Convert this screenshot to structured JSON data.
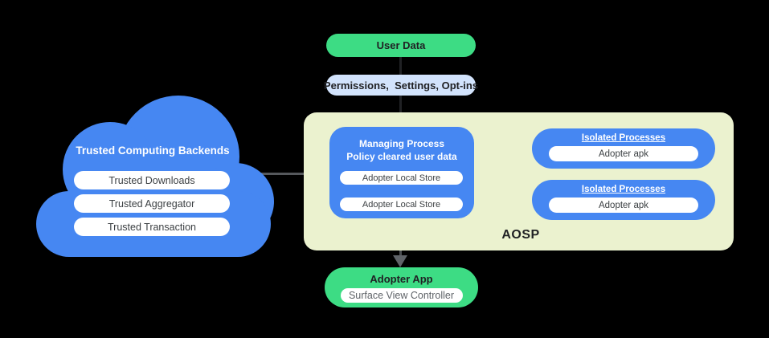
{
  "colors": {
    "background": "#000000",
    "node_green": "#3ddc84",
    "node_blue": "#4687f2",
    "permissions_blue": "#d2e3fc",
    "aosp_background": "#ebf2cf",
    "line_gray": "#55585c",
    "white": "#ffffff",
    "dark_text": "#202124"
  },
  "user_data": {
    "label": "User Data"
  },
  "permissions": {
    "label": "Permissions,  Settings, Opt-ins"
  },
  "cloud": {
    "title": "Trusted Computing Backends",
    "items": [
      "Trusted Downloads",
      "Trusted Aggregator",
      "Trusted Transaction"
    ]
  },
  "aosp": {
    "label": "AOSP",
    "managing_process": {
      "title_line1": "Managing Process",
      "title_line2": "Policy cleared user data",
      "stores": [
        "Adopter Local Store",
        "Adopter Local Store"
      ]
    },
    "isolated_processes": [
      {
        "title": "Isolated Processes",
        "item": "Adopter apk"
      },
      {
        "title": "Isolated Processes",
        "item": "Adopter apk"
      }
    ]
  },
  "adopter_app": {
    "title": "Adopter App",
    "item": "Surface View Controller"
  }
}
